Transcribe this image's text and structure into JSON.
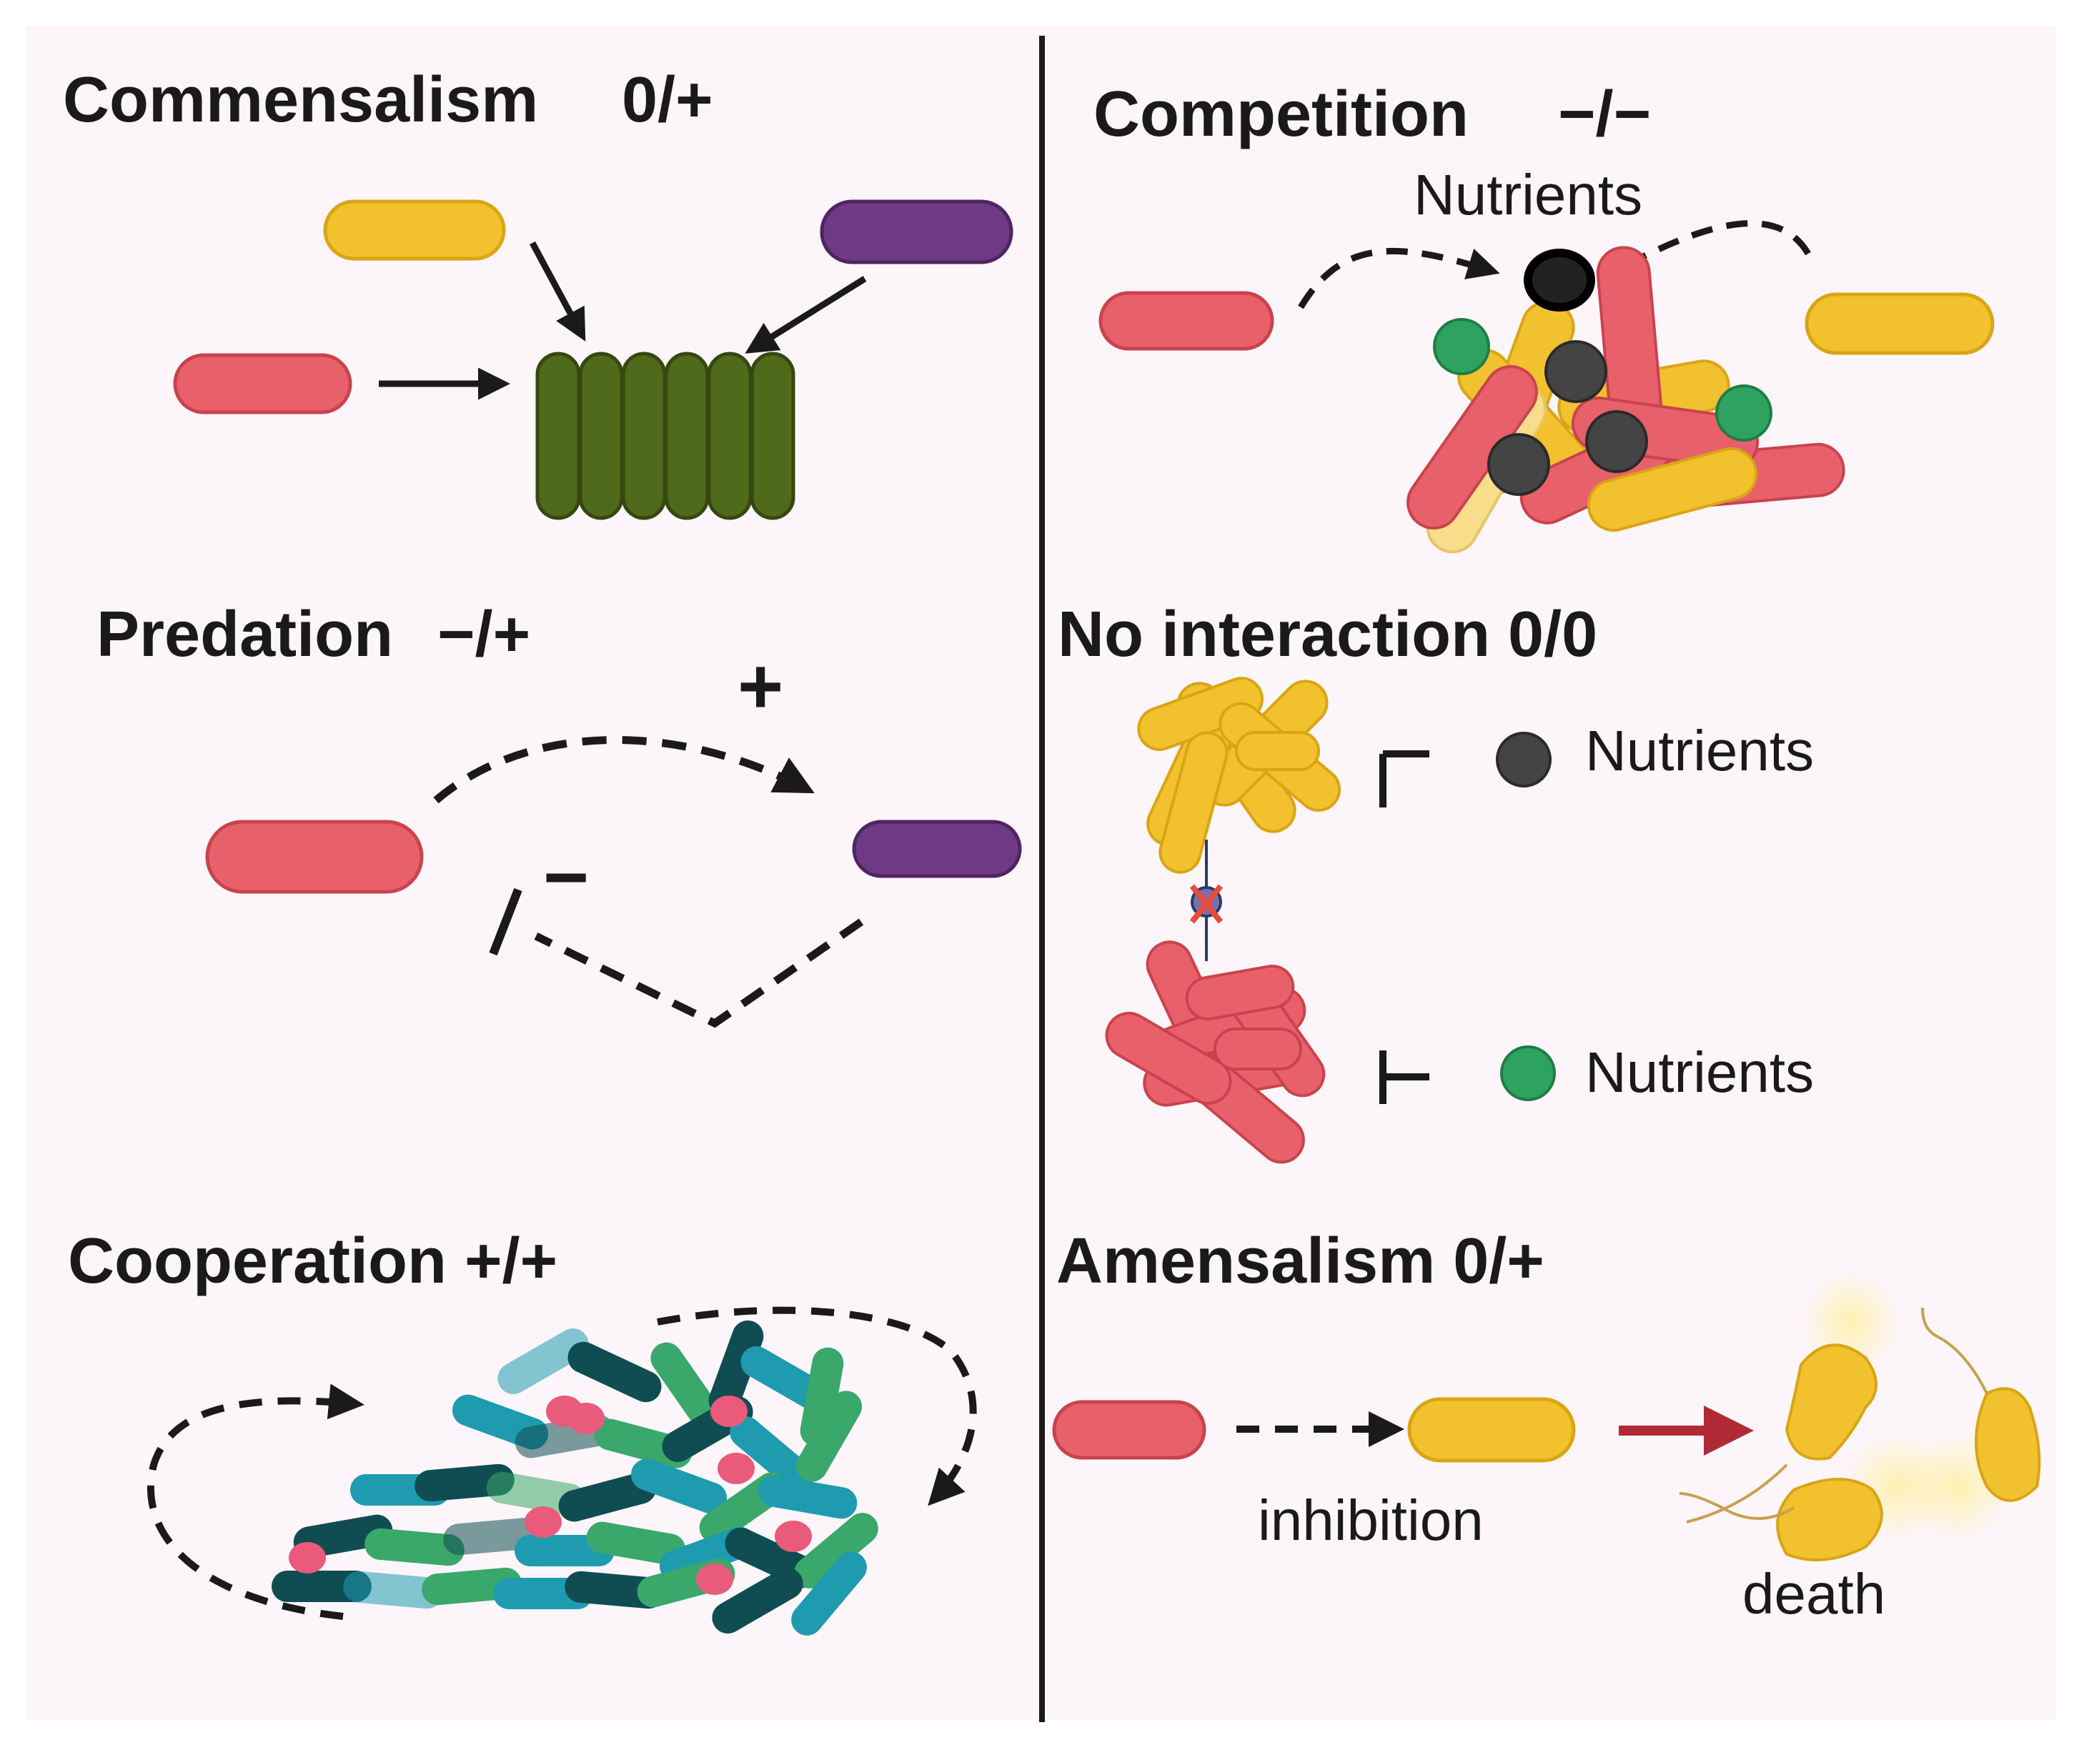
{
  "panels": {
    "commensalism": {
      "title": "Commensalism",
      "sign": "0/+"
    },
    "competition": {
      "title": "Competition",
      "sign": "−/−",
      "label": "Nutrients"
    },
    "predation": {
      "title": "Predation",
      "sign": "−/+",
      "plus": "+",
      "minus": "−"
    },
    "no_interaction": {
      "title": "No interaction 0/0",
      "nutrient_top": "Nutrients",
      "nutrient_bottom": "Nutrients"
    },
    "cooperation": {
      "title": "Cooperation +/+"
    },
    "amensalism": {
      "title": "Amensalism 0/+",
      "inhibition": "inhibition",
      "death": "death"
    }
  },
  "colors": {
    "background": "#fcf5f9",
    "red_bacterium": "#e8606a",
    "yellow_bacterium": "#f2c12e",
    "purple_bacterium": "#6e3a85",
    "green_biofilm": "#4f6a1a",
    "nutrient_dark": "#444444",
    "nutrient_green": "#2ea35f",
    "teal": "#1f9bb0",
    "dark_teal": "#0f4d52",
    "mid_green": "#3aa86a",
    "pink": "#ea5a7a",
    "death_arrow": "#b02a35"
  }
}
